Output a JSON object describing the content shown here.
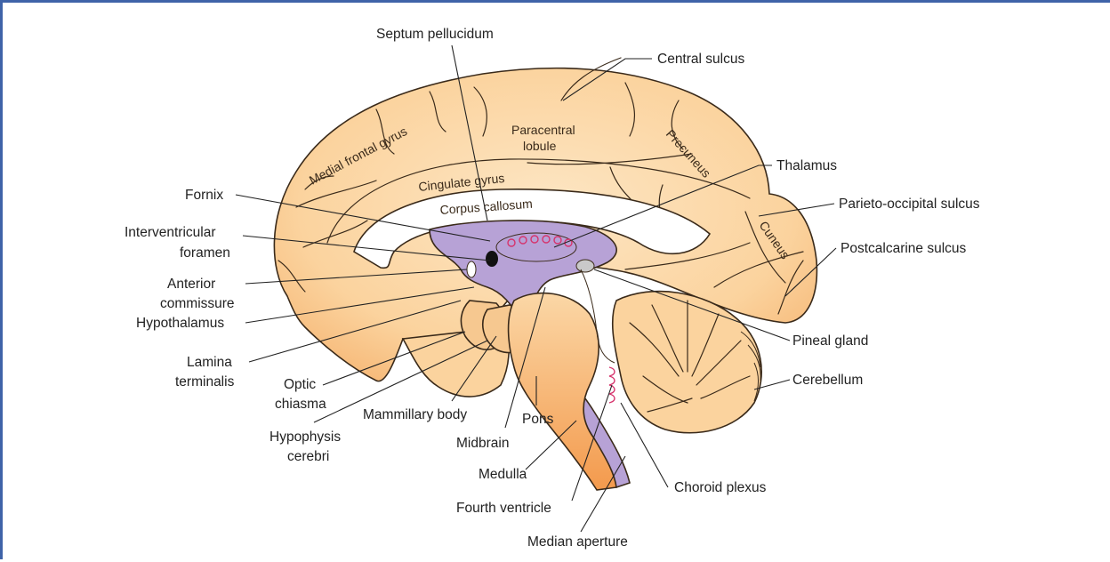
{
  "labels": {
    "septum_pellucidum": "Septum pellucidum",
    "central_sulcus": "Central sulcus",
    "thalamus": "Thalamus",
    "parieto_occipital_sulcus": "Parieto-occipital sulcus",
    "postcalcarine_sulcus": "Postcalcarine sulcus",
    "pineal_gland": "Pineal gland",
    "cerebellum": "Cerebellum",
    "choroid_plexus": "Choroid plexus",
    "median_aperture": "Median aperture",
    "fourth_ventricle": "Fourth ventricle",
    "medulla": "Medulla",
    "midbrain": "Midbrain",
    "pons": "Pons",
    "mammillary_body": "Mammillary body",
    "hypophysis_cerebri": [
      "Hypophysis",
      "cerebri"
    ],
    "optic_chiasma": [
      "Optic",
      "chiasma"
    ],
    "lamina_terminalis": [
      "Lamina",
      "terminalis"
    ],
    "hypothalamus": "Hypothalamus",
    "anterior_commissure": [
      "Anterior",
      "commissure"
    ],
    "interventricular_foramen": [
      "Interventricular",
      "foramen"
    ],
    "fornix": "Fornix"
  },
  "regions": {
    "medial_frontal_gyrus": "Medial frontal gyrus",
    "paracentral_lobule": [
      "Paracentral",
      "lobule"
    ],
    "precuneus": "Precuneus",
    "cingulate_gyrus": "Cingulate gyrus",
    "corpus_callosum": "Corpus callosum",
    "cuneus": "Cuneus"
  },
  "colors": {
    "frame_border": "#3f63a8",
    "brain_fill": "#fbd7a6",
    "brain_stroke": "#3a2a1a",
    "ventricle_fill": "#b7a2d6",
    "choroid_plexus": "#d6336c",
    "leader_line": "#222222"
  }
}
